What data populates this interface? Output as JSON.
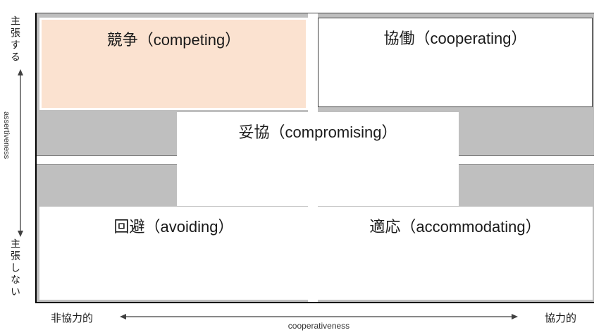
{
  "diagram": {
    "title_implicit": "conflict-mode model",
    "boxes": {
      "competing": {
        "label": "競争（competing）"
      },
      "cooperating": {
        "label": "協働（cooperating）"
      },
      "compromising": {
        "label": "妥協（compromising）"
      },
      "avoiding": {
        "label": "回避（avoiding）"
      },
      "accommodating": {
        "label": "適応（accommodating）"
      }
    },
    "axes": {
      "y": {
        "top_label": "主張する",
        "bottom_label": "主張しない",
        "name": "assertiveness"
      },
      "x": {
        "left_label": "非協力的",
        "right_label": "協力的",
        "name": "cooperativeness"
      }
    },
    "colors": {
      "quadrant_background": "#BFBFBF",
      "competing_fill": "#FBE2D0",
      "box_fill": "#FFFFFF"
    }
  }
}
